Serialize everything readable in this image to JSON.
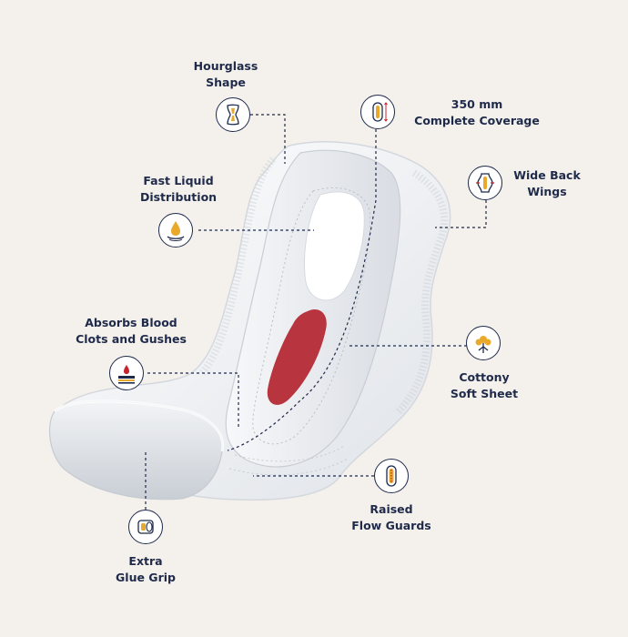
{
  "colors": {
    "background": "#f4f1ec",
    "navy": "#1f2a4a",
    "icon_accent": "#e9a92b",
    "icon_red": "#c8242f",
    "stain": "#b8343f"
  },
  "features": {
    "hourglass": {
      "line1": "Hourglass",
      "line2": "Shape",
      "icon": "hourglass-shape-icon"
    },
    "coverage": {
      "line1": "350 mm",
      "line2": "Complete Coverage",
      "icon": "coverage-length-icon"
    },
    "fast_liquid": {
      "line1": "Fast Liquid",
      "line2": "Distribution",
      "icon": "liquid-drop-icon"
    },
    "wings": {
      "line1": "Wide Back",
      "line2": "Wings",
      "icon": "wings-icon"
    },
    "absorbs": {
      "line1": "Absorbs Blood",
      "line2": "Clots and Gushes",
      "icon": "absorption-layers-icon"
    },
    "cottony": {
      "line1": "Cottony",
      "line2": "Soft Sheet",
      "icon": "cotton-flower-icon"
    },
    "flow_guards": {
      "line1": "Raised",
      "line2": "Flow Guards",
      "icon": "flow-guards-icon"
    },
    "glue": {
      "line1": "Extra",
      "line2": "Glue Grip",
      "icon": "glue-roll-icon"
    }
  }
}
